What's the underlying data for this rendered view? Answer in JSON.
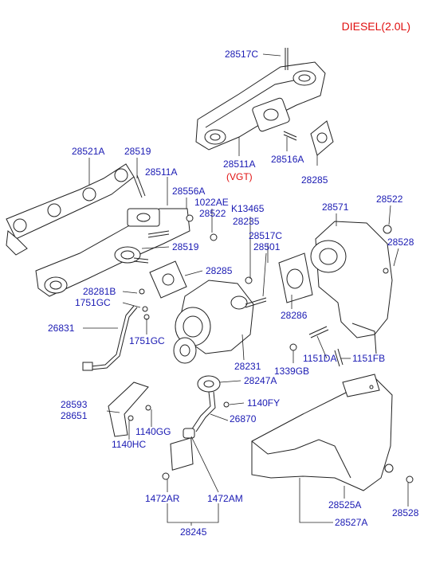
{
  "title": "DIESEL(2.0L)",
  "colors": {
    "label": "#1a1ab3",
    "accent": "#e01010",
    "line": "#222222"
  },
  "labels": [
    "28517C",
    "28511A",
    "(VGT)",
    "28516A",
    "28285",
    "28521A",
    "28519",
    "28511A",
    "28556A",
    "1022AE",
    "K13465",
    "28522",
    "28235",
    "28571",
    "28522",
    "28528",
    "28517C",
    "28519",
    "28501",
    "28285",
    "28281B",
    "1751GC",
    "28286",
    "26831",
    "1751GC",
    "1151DA",
    "1151FB",
    "1339GB",
    "28231",
    "28247A",
    "28593",
    "28651",
    "1140FY",
    "26870",
    "1140GG",
    "1140HC",
    "1472AR",
    "1472AM",
    "28525A",
    "28528",
    "28245",
    "28527A"
  ]
}
